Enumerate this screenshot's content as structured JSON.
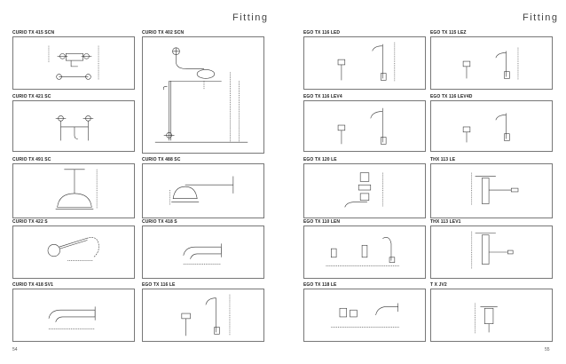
{
  "left_page": {
    "header": "Fitting",
    "folio": "54",
    "products": [
      {
        "code": "CURIO TX 415 SCN",
        "drawing": "two-handle-wall-mixer-icon"
      },
      {
        "code": "CURIO TX 402 SCN",
        "drawing": "shower-column-icon"
      },
      {
        "code": "CURIO TX 421 SC",
        "drawing": "bridge-mixer-icon"
      },
      {
        "code": "CURIO TX 491 SC",
        "drawing": "ceiling-shower-head-icon"
      },
      {
        "code": "CURIO TX 488 SC",
        "drawing": "wall-shower-head-icon"
      },
      {
        "code": "CURIO TX 422 S",
        "drawing": "hand-shower-icon"
      },
      {
        "code": "CURIO TX 418 S",
        "drawing": "spout-icon"
      },
      {
        "code": "CURIO TX 418 SV1",
        "drawing": "long-spout-icon"
      },
      {
        "code": "EGO TX 116 LE",
        "drawing": "tall-basin-mixer-icon"
      }
    ]
  },
  "right_page": {
    "header": "Fitting",
    "folio": "55",
    "products": [
      {
        "code": "EGO TX 116 LED",
        "drawing": "tall-basin-mixer-icon"
      },
      {
        "code": "EGO TX 115 LEZ",
        "drawing": "basin-mixer-icon"
      },
      {
        "code": "EGO TX 116 LEV4",
        "drawing": "tall-basin-mixer-icon"
      },
      {
        "code": "EGO TX 116 LEV4D",
        "drawing": "basin-mixer-icon"
      },
      {
        "code": "EGO TX 120 LE",
        "drawing": "wall-mixer-icon"
      },
      {
        "code": "THX 113 LE",
        "drawing": "waste-valve-icon"
      },
      {
        "code": "EGO TX 110 LEN",
        "drawing": "three-hole-mixer-icon"
      },
      {
        "code": "THX 113 LEV1",
        "drawing": "waste-valve-long-icon"
      },
      {
        "code": "EGO TX 118 LE",
        "drawing": "wall-mixer-icon"
      },
      {
        "code": "T X JV2",
        "drawing": "pop-up-waste-icon"
      }
    ]
  }
}
